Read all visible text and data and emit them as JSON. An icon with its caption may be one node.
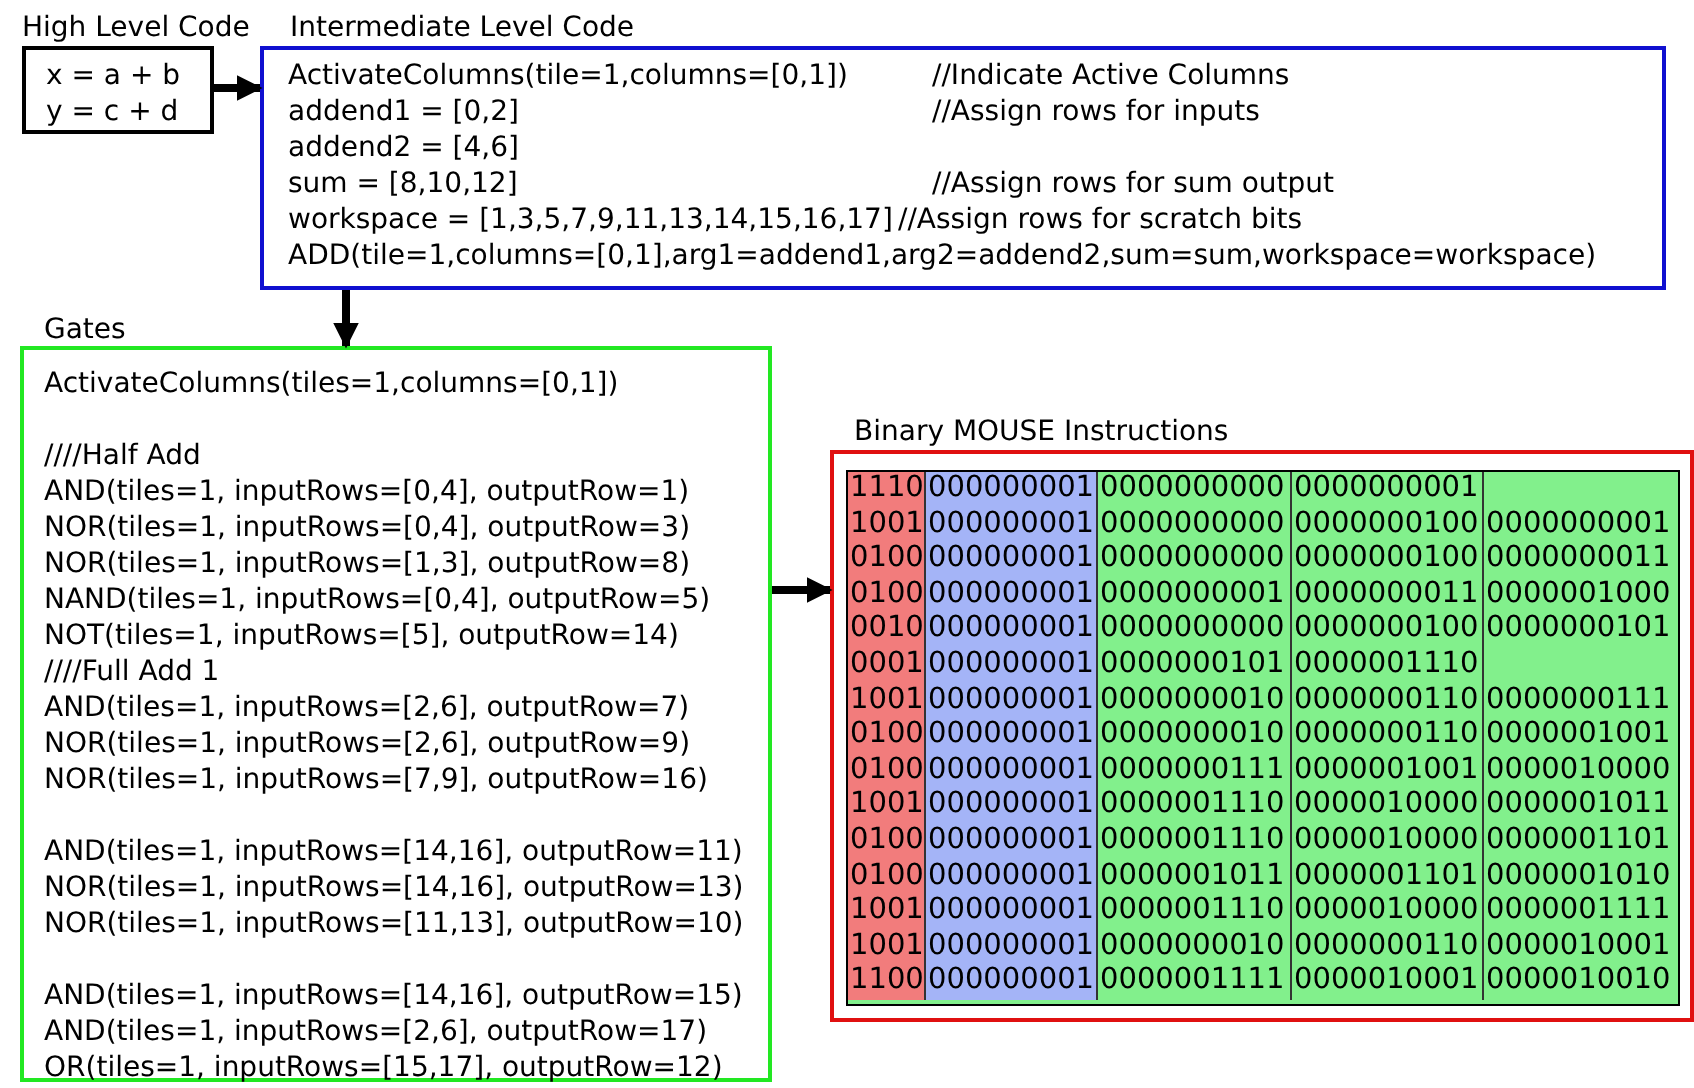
{
  "diagram": {
    "nodes": [
      {
        "text": [
          "High Level Code",
          "x = a + b",
          "y = c + d"
        ]
      },
      {
        "text": [
          "Intermediate Level Code",
          "ActivateColumns(tile=1,columns=[0,1])",
          "//Indicate Active Columns",
          "addend1 = [0,2]",
          "//Assign rows for inputs",
          "addend2 = [4,6]",
          "sum = [8,10,12]",
          "//Assign rows for sum output",
          "workspace = [1,3,5,7,9,11,13,14,15,16,17]",
          "//Assign rows for scratch bits",
          "ADD(tile=1,columns=[0,1],arg1=addend1,arg2=addend2,sum=sum,workspace=workspace)"
        ]
      },
      {
        "text": [
          "Gates",
          "ActivateColumns(tiles=1,columns=[0,1])",
          "////Half Add",
          "AND(tiles=1, inputRows=[0,4], outputRow=1)",
          "NOR(tiles=1, inputRows=[0,4], outputRow=3)",
          "NOR(tiles=1, inputRows=[1,3], outputRow=8)",
          "NAND(tiles=1, inputRows=[0,4], outputRow=5)",
          "NOT(tiles=1, inputRows=[5], outputRow=14)",
          "////Full Add 1",
          "AND(tiles=1, inputRows=[2,6], outputRow=7)",
          "NOR(tiles=1, inputRows=[2,6], outputRow=9)",
          "NOR(tiles=1, inputRows=[7,9], outputRow=16)",
          "AND(tiles=1, inputRows=[14,16], outputRow=11)",
          "NOR(tiles=1, inputRows=[14,16], outputRow=13)",
          "NOR(tiles=1, inputRows=[11,13], outputRow=10)",
          "AND(tiles=1, inputRows=[14,16], outputRow=15)",
          "AND(tiles=1, inputRows=[2,6], outputRow=17)",
          "OR(tiles=1, inputRows=[15,17], outputRow=12)"
        ]
      },
      {
        "text": [
          "Binary MOUSE Instructions"
        ]
      }
    ],
    "edges": [
      {
        "from": 0,
        "to": 1,
        "arrow": "to"
      },
      {
        "from": 1,
        "to": 2,
        "arrow": "to"
      },
      {
        "from": 2,
        "to": 3,
        "arrow": "to"
      }
    ],
    "labels": [
      "1110",
      "000000001",
      "0000000000",
      "0000000001",
      "1001",
      "000000001",
      "0000000000",
      "0000000100",
      "0000000001",
      "0100",
      "000000001",
      "0000000000",
      "0000000100",
      "0000000011",
      "0100",
      "000000001",
      "0000000001",
      "0000000011",
      "0000001000",
      "0010",
      "000000001",
      "0000000000",
      "0000000100",
      "0000000101",
      "0001",
      "000000001",
      "0000000101",
      "0000001110",
      "1001",
      "000000001",
      "0000000010",
      "0000000110",
      "0000000111",
      "0100",
      "000000001",
      "0000000010",
      "0000000110",
      "0000001001",
      "0100",
      "000000001",
      "0000000111",
      "0000001001",
      "0000010000",
      "1001",
      "000000001",
      "0000001110",
      "0000010000",
      "0000001011",
      "0100",
      "000000001",
      "0000001110",
      "0000010000",
      "0000001101",
      "0100",
      "000000001",
      "0000001011",
      "0000001101",
      "0000001010",
      "1001",
      "000000001",
      "0000001110",
      "0000010000",
      "0000001111",
      "1001",
      "000000001",
      "0000000010",
      "0000000110",
      "0000010001",
      "1100",
      "000000001",
      "0000001111",
      "0000010001",
      "0000010010"
    ]
  }
}
